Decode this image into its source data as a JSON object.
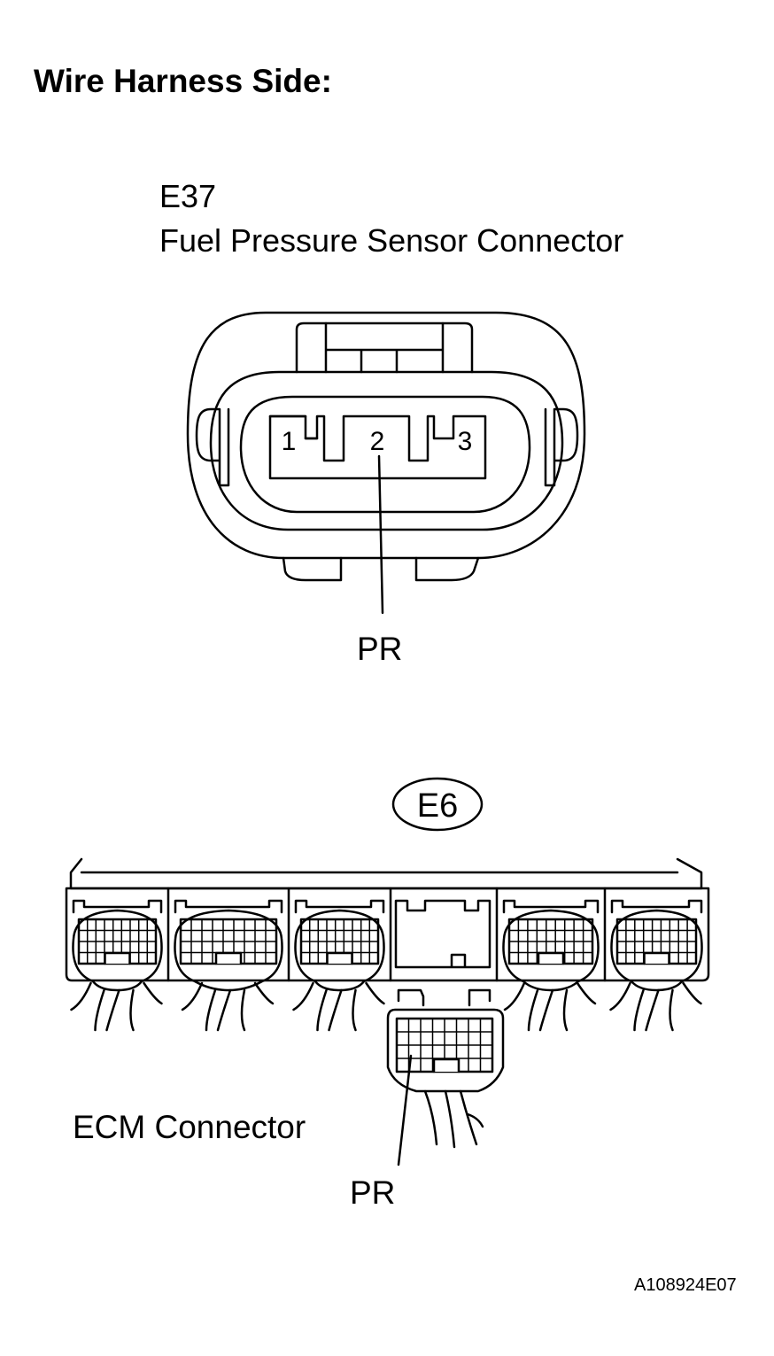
{
  "heading": "Wire Harness Side:",
  "sensor_connector": {
    "code": "E37",
    "name": "Fuel Pressure Sensor Connector",
    "pins": [
      "1",
      "2",
      "3"
    ],
    "wire_label": "PR"
  },
  "ecm_connector": {
    "code": "E6",
    "name": "ECM Connector",
    "wire_label": "PR"
  },
  "reference_code": "A108924E07"
}
